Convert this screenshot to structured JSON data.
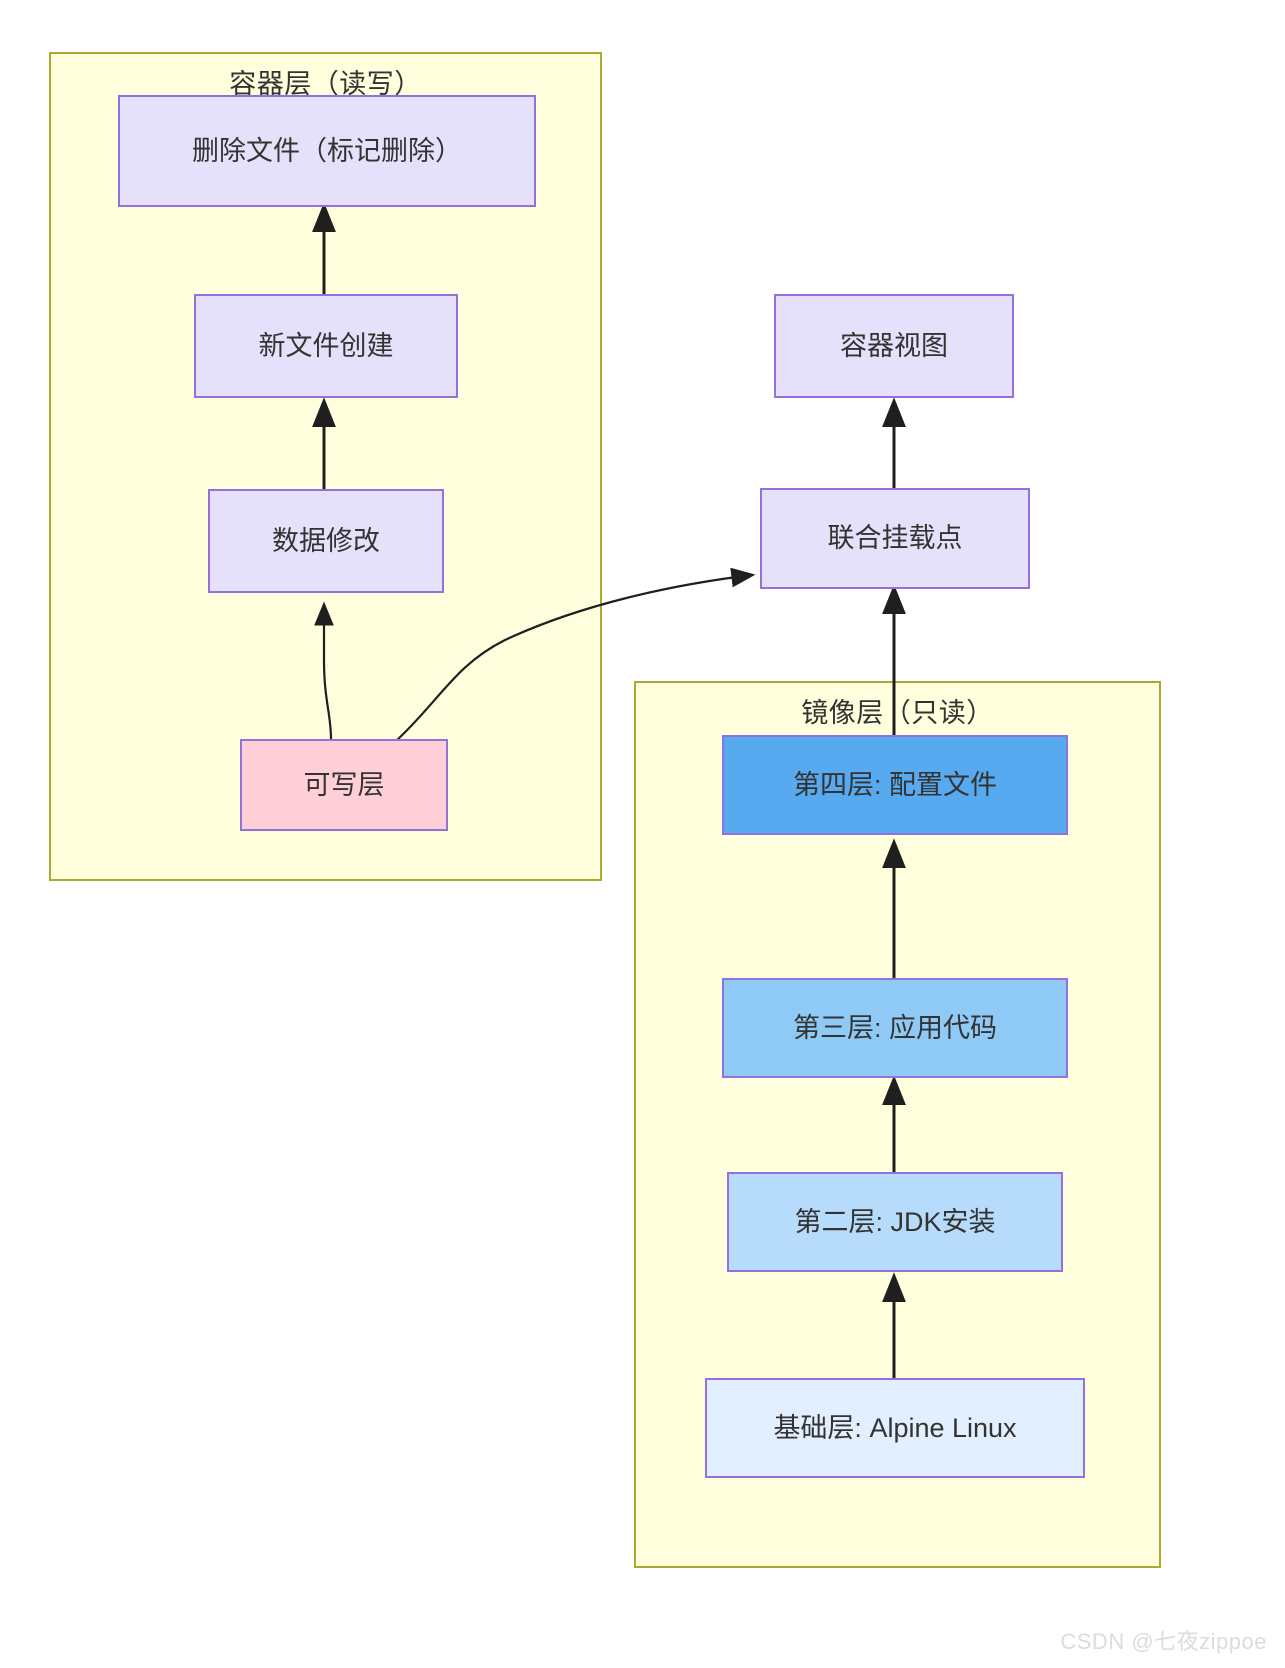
{
  "diagram": {
    "type": "layered-architecture-flow",
    "groups": [
      {
        "id": "container-layer",
        "title": "容器层（读写）",
        "border_color": "#aaaa33",
        "fill_color": "#ffffde"
      },
      {
        "id": "image-layer",
        "title": "镜像层（只读）",
        "border_color": "#aaaa33",
        "fill_color": "#ffffde"
      }
    ],
    "nodes": {
      "delete_file": "删除文件（标记删除）",
      "new_file": "新文件创建",
      "data_modify": "数据修改",
      "writable_layer": "可写层",
      "container_view": "容器视图",
      "union_mount": "联合挂载点",
      "layer4": "第四层: 配置文件",
      "layer3": "第三层: 应用代码",
      "layer2": "第二层: JDK安装",
      "layer1": "基础层: Alpine Linux"
    },
    "node_colors": {
      "lavender": "#e6e1fb",
      "pink": "#ffcfd8",
      "blue_4": "#57aaef",
      "blue_3": "#8fcaf6",
      "blue_2": "#b7dcfb",
      "blue_1": "#e2efff",
      "node_border": "#9370db",
      "edge": "#1f1f1f"
    },
    "edges": [
      {
        "from": "writable_layer",
        "to": "data_modify",
        "style": "curved-arrow"
      },
      {
        "from": "data_modify",
        "to": "new_file",
        "style": "arrow"
      },
      {
        "from": "new_file",
        "to": "delete_file",
        "style": "arrow"
      },
      {
        "from": "writable_layer",
        "to": "union_mount",
        "style": "curved-arrow"
      },
      {
        "from": "union_mount",
        "to": "container_view",
        "style": "arrow"
      },
      {
        "from": "layer4",
        "to": "union_mount",
        "style": "arrow"
      },
      {
        "from": "layer3",
        "to": "layer4",
        "style": "arrow"
      },
      {
        "from": "layer2",
        "to": "layer3",
        "style": "arrow"
      },
      {
        "from": "layer1",
        "to": "layer2",
        "style": "arrow"
      }
    ]
  },
  "watermark": {
    "text": "CSDN @七夜zippoe"
  }
}
